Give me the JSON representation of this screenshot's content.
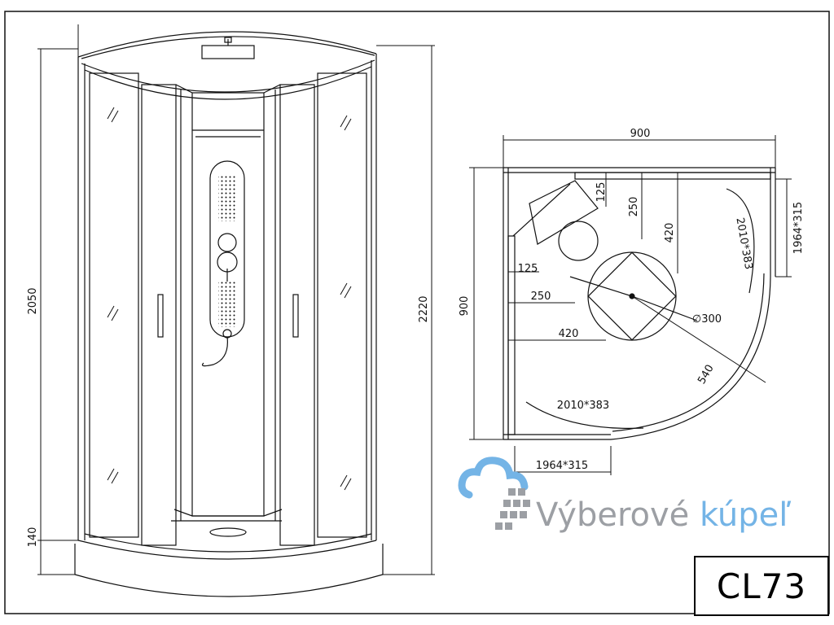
{
  "title": "",
  "model_code": "CL73",
  "watermark": {
    "word1": "Výberové",
    "word2": "kúpeľ"
  },
  "colors": {
    "line": "#111111",
    "watermark_gray": "#9c9fa4",
    "watermark_blue": "#74b4e6"
  },
  "front_view": {
    "dim_height_cabin": "2050",
    "dim_height_total": "2220",
    "dim_tray_height": "140"
  },
  "plan_view": {
    "dim_width": "900",
    "dim_depth": "900",
    "dim_fixed_panel": "1964*315",
    "dim_fixed_panel_side": "1964*315",
    "dim_door": "2010*383",
    "dim_door_side": "2010*383",
    "dim_125_top": "125",
    "dim_250_top": "250",
    "dim_420_top": "420",
    "dim_125_left": "125",
    "dim_250_left": "250",
    "dim_420_left": "420",
    "dim_radius": "540",
    "dim_drain": "∅300"
  }
}
